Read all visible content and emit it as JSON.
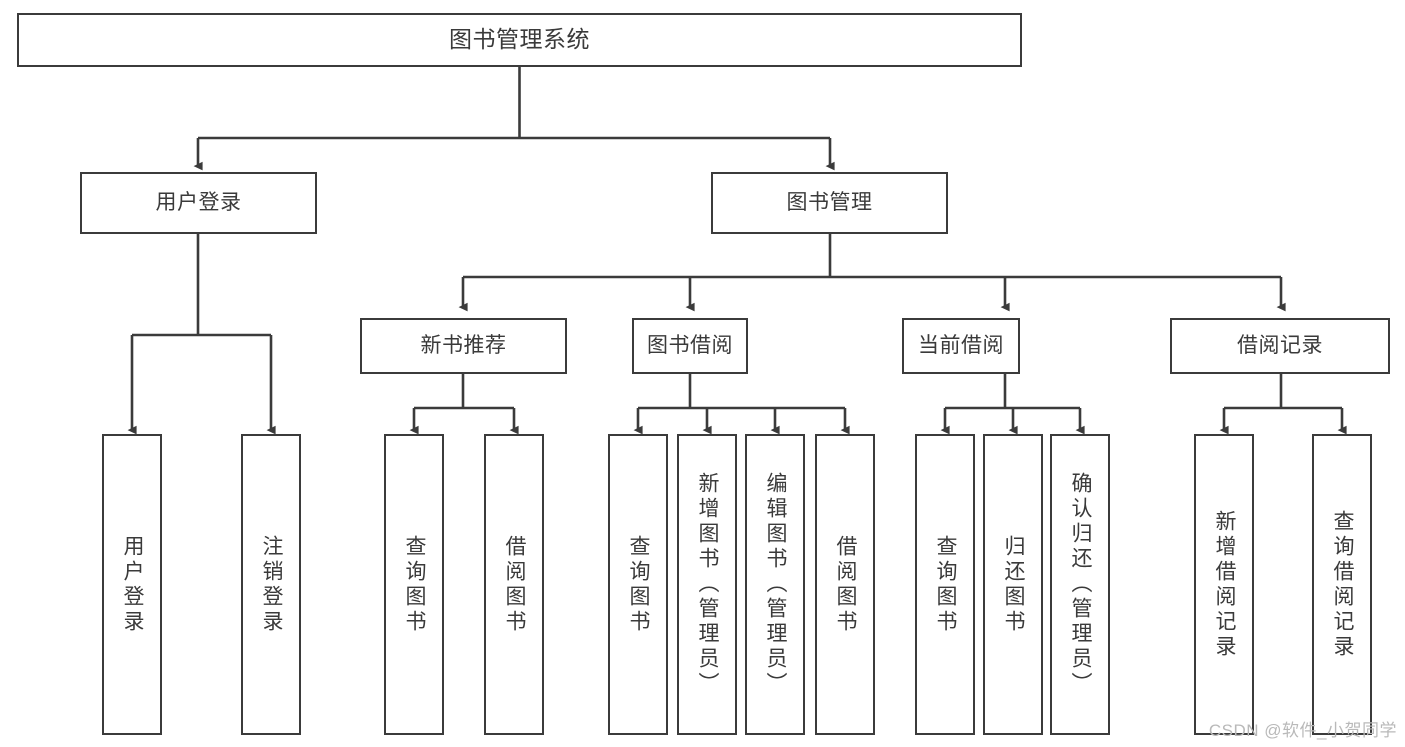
{
  "diagram": {
    "type": "tree-hierarchy-chart",
    "title": "图书管理系统",
    "orientation": "top-down",
    "colors": {
      "stroke": "#3b3b3b",
      "text": "#3a3a3a",
      "background": "#ffffff",
      "watermark": "#b9b9b9"
    },
    "watermark": "CSDN @软件_小贺同学"
  },
  "nodes": {
    "root": {
      "label": "图书管理系统",
      "level": 0
    },
    "level1": [
      {
        "id": "user-login",
        "label": "用户登录"
      },
      {
        "id": "book-management",
        "label": "图书管理"
      }
    ],
    "level2": [
      {
        "id": "new-book-recommend",
        "label": "新书推荐",
        "parent": "book-management"
      },
      {
        "id": "book-borrow",
        "label": "图书借阅",
        "parent": "book-management"
      },
      {
        "id": "current-borrow",
        "label": "当前借阅",
        "parent": "book-management"
      },
      {
        "id": "borrow-record",
        "label": "借阅记录",
        "parent": "book-management"
      }
    ],
    "leaves": [
      {
        "id": "leaf-user-login",
        "label": "用户登录",
        "parent": "user-login"
      },
      {
        "id": "leaf-logout",
        "label": "注销登录",
        "parent": "user-login"
      },
      {
        "id": "leaf-query-book-1",
        "label": "查询图书",
        "parent": "new-book-recommend"
      },
      {
        "id": "leaf-borrow-book-1",
        "label": "借阅图书",
        "parent": "new-book-recommend"
      },
      {
        "id": "leaf-query-book-2",
        "label": "查询图书",
        "parent": "book-borrow"
      },
      {
        "id": "leaf-add-book",
        "label": "新增图书（管理员）",
        "parent": "book-borrow"
      },
      {
        "id": "leaf-edit-book",
        "label": "编辑图书（管理员）",
        "parent": "book-borrow"
      },
      {
        "id": "leaf-borrow-book-2",
        "label": "借阅图书",
        "parent": "book-borrow"
      },
      {
        "id": "leaf-query-book-3",
        "label": "查询图书",
        "parent": "current-borrow"
      },
      {
        "id": "leaf-return-book",
        "label": "归还图书",
        "parent": "current-borrow"
      },
      {
        "id": "leaf-confirm-return",
        "label": "确认归还（管理员）",
        "parent": "current-borrow"
      },
      {
        "id": "leaf-add-record",
        "label": "新增借阅记录",
        "parent": "borrow-record"
      },
      {
        "id": "leaf-query-record",
        "label": "查询借阅记录",
        "parent": "borrow-record"
      }
    ]
  }
}
